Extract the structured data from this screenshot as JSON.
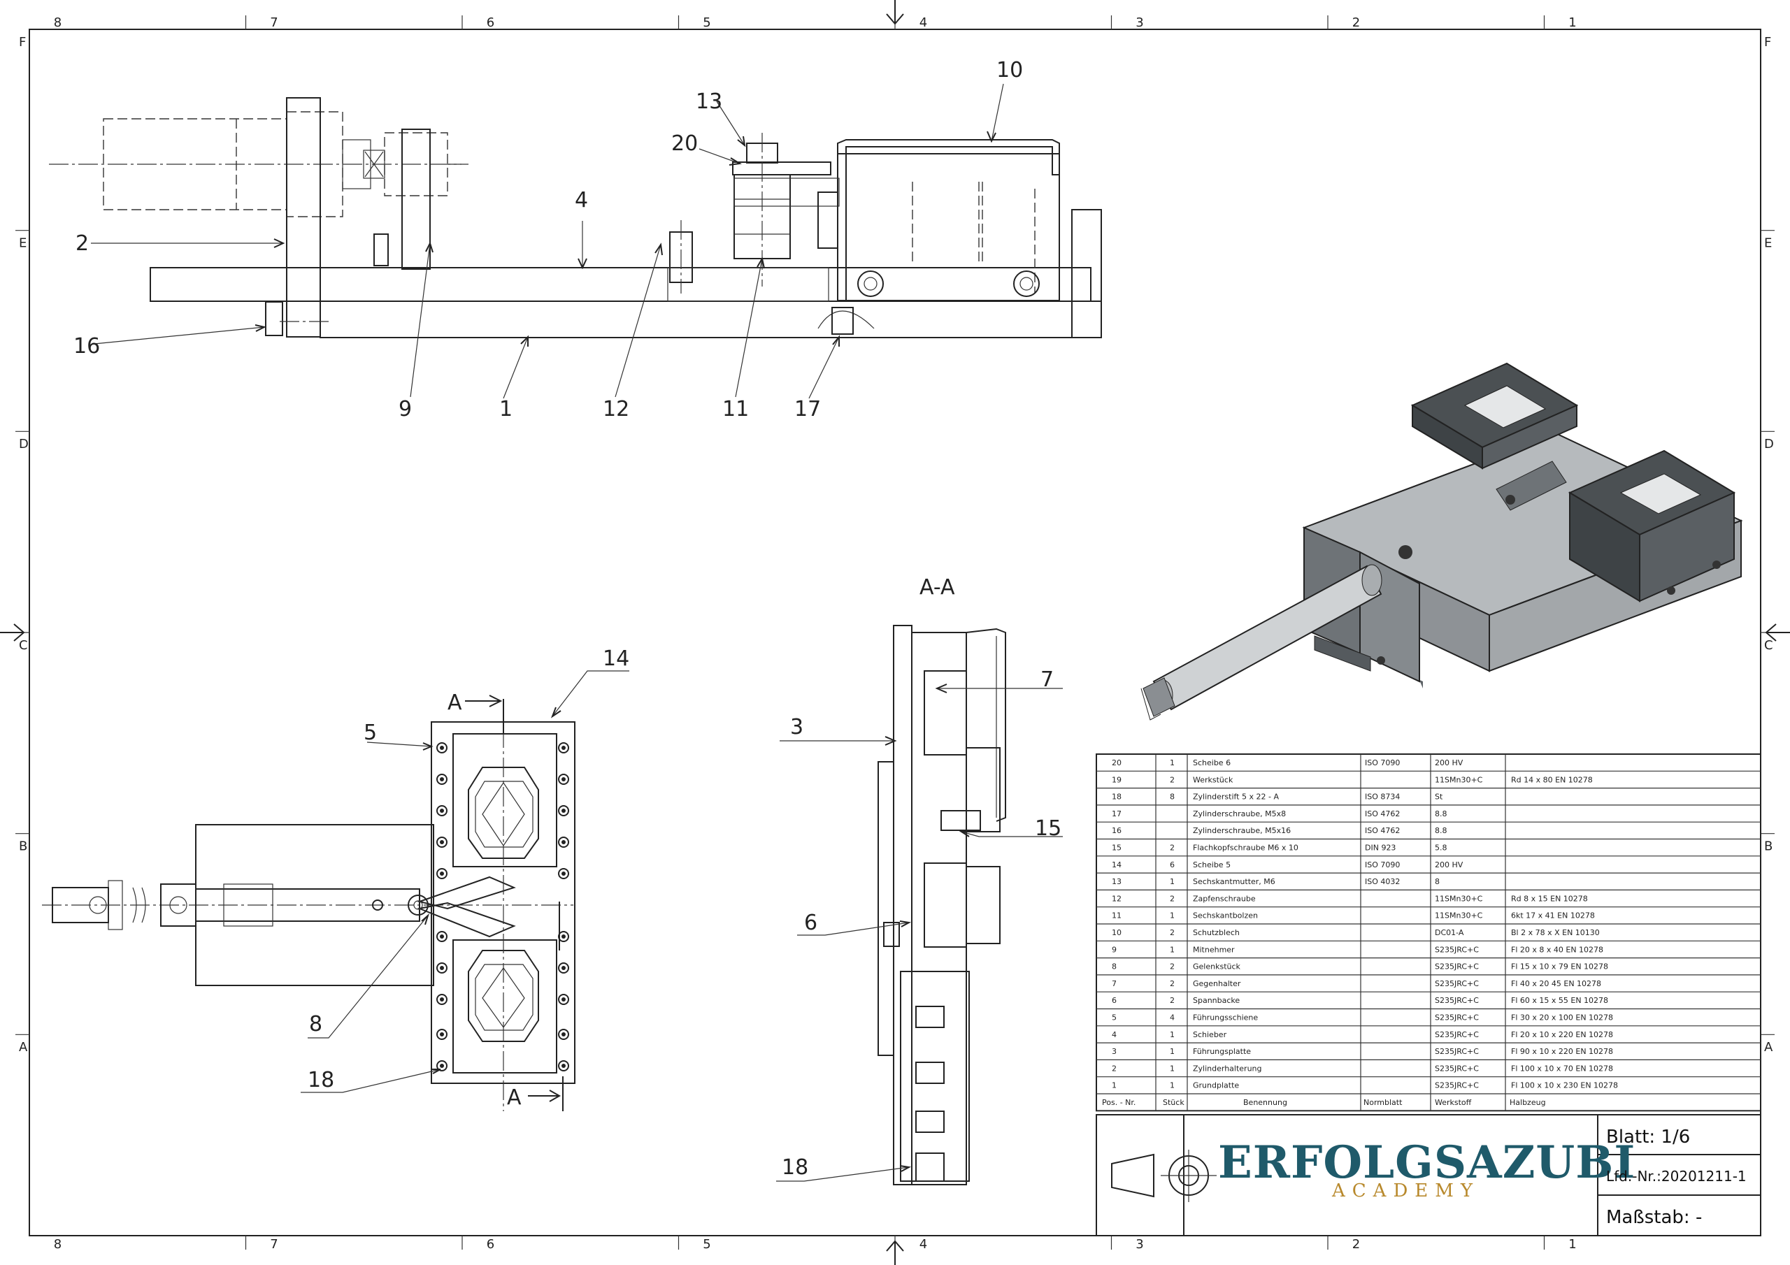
{
  "zones": {
    "columns": [
      "8",
      "7",
      "6",
      "5",
      "4",
      "3",
      "2",
      "1"
    ],
    "rows": [
      "F",
      "E",
      "D",
      "C",
      "B",
      "A"
    ]
  },
  "callouts": {
    "p1": "1",
    "p2": "2",
    "p4": "4",
    "p9": "9",
    "p10": "10",
    "p11": "11",
    "p12": "12",
    "p13": "13",
    "p16": "16",
    "p17": "17",
    "p20": "20",
    "p5": "5",
    "p14": "14",
    "p8": "8",
    "p18a": "18",
    "p3": "3",
    "p6": "6",
    "p7": "7",
    "p15": "15",
    "p18b": "18"
  },
  "section": {
    "title": "A-A",
    "marker_top": "A",
    "marker_bottom": "A"
  },
  "bom": {
    "headers": [
      "Pos. - Nr.",
      "Stück",
      "Benennung",
      "Normblatt",
      "Werkstoff",
      "Halbzeug"
    ],
    "rows": [
      [
        "20",
        "1",
        "Scheibe 6",
        "ISO 7090",
        "200 HV",
        ""
      ],
      [
        "19",
        "2",
        "Werkstück",
        "",
        "11SMn30+C",
        "Rd 14 x 80 EN 10278"
      ],
      [
        "18",
        "8",
        "Zylinderstift 5 x 22 - A",
        "ISO 8734",
        "St",
        ""
      ],
      [
        "17",
        "",
        "Zylinderschraube, M5x8",
        "ISO 4762",
        "8.8",
        ""
      ],
      [
        "16",
        "",
        "Zylinderschraube, M5x16",
        "ISO 4762",
        "8.8",
        ""
      ],
      [
        "15",
        "2",
        "Flachkopfschraube M6 x 10",
        "DIN 923",
        "5.8",
        ""
      ],
      [
        "14",
        "6",
        "Scheibe 5",
        "ISO 7090",
        "200 HV",
        ""
      ],
      [
        "13",
        "1",
        "Sechskantmutter, M6",
        "ISO 4032",
        "8",
        ""
      ],
      [
        "12",
        "2",
        "Zapfenschraube",
        "",
        "11SMn30+C",
        "Rd 8 x 15 EN 10278"
      ],
      [
        "11",
        "1",
        "Sechskantbolzen",
        "",
        "11SMn30+C",
        "6kt 17 x 41 EN 10278"
      ],
      [
        "10",
        "2",
        "Schutzblech",
        "",
        "DC01-A",
        "Bl 2 x 78 x X EN 10130"
      ],
      [
        "9",
        "1",
        "Mitnehmer",
        "",
        "S235JRC+C",
        "Fl 20 x 8 x 40 EN 10278"
      ],
      [
        "8",
        "2",
        "Gelenkstück",
        "",
        "S235JRC+C",
        "Fl 15 x 10 x 79 EN 10278"
      ],
      [
        "7",
        "2",
        "Gegenhalter",
        "",
        "S235JRC+C",
        "Fl 40 x 20 45 EN 10278"
      ],
      [
        "6",
        "2",
        "Spannbacke",
        "",
        "S235JRC+C",
        "Fl 60 x 15 x 55 EN 10278"
      ],
      [
        "5",
        "4",
        "Führungsschiene",
        "",
        "S235JRC+C",
        "Fl 30 x 20 x 100 EN 10278"
      ],
      [
        "4",
        "1",
        "Schieber",
        "",
        "S235JRC+C",
        "Fl 20 x 10 x 220 EN 10278"
      ],
      [
        "3",
        "1",
        "Führungsplatte",
        "",
        "S235JRC+C",
        "Fl 90 x 10 x 220 EN 10278"
      ],
      [
        "2",
        "1",
        "Zylinderhalterung",
        "",
        "S235JRC+C",
        "Fl 100 x 10 x 70 EN 10278"
      ],
      [
        "1",
        "1",
        "Grundplatte",
        "",
        "S235JRC+C",
        "Fl 100 x 10 x 230 EN 10278"
      ]
    ]
  },
  "title_block": {
    "logo_main": "ERFOLGSAZUBI",
    "logo_sub": "ACADEMY",
    "sheet": "Blatt: 1/6",
    "number": "Lfd.-Nr.:20201211-1",
    "scale": "Maßstab: -"
  },
  "colors": {
    "line": "#222222",
    "logo_blue": "#1f5a6a",
    "logo_gold": "#b8892c",
    "iso_dark": "#4a4f52",
    "iso_mid": "#8a8f93",
    "iso_light": "#c9cccf"
  }
}
